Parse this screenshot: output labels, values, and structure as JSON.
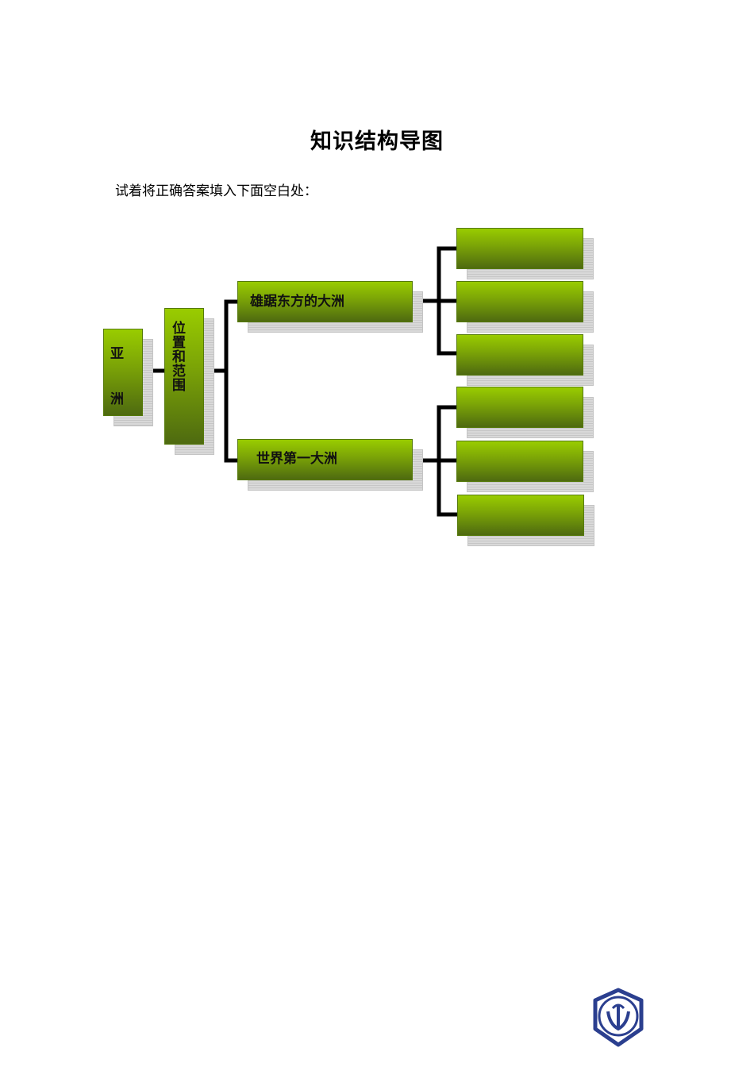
{
  "title": "知识结构导图",
  "instruction": "试着将正确答案填入下面空白处：",
  "diagram": {
    "root": "亚 洲",
    "level1": "位置和范围",
    "branches": [
      {
        "label": "雄踞东方的大洲",
        "answers": [
          "",
          "",
          ""
        ]
      },
      {
        "label": "世界第一大洲",
        "answers": [
          "",
          "",
          ""
        ]
      }
    ]
  },
  "colors": {
    "box_top": "#99cc00",
    "box_bottom": "#4e6a10",
    "line": "#000000",
    "logo": "#2b3f8f"
  },
  "logo_icon": "school-emblem-icon"
}
